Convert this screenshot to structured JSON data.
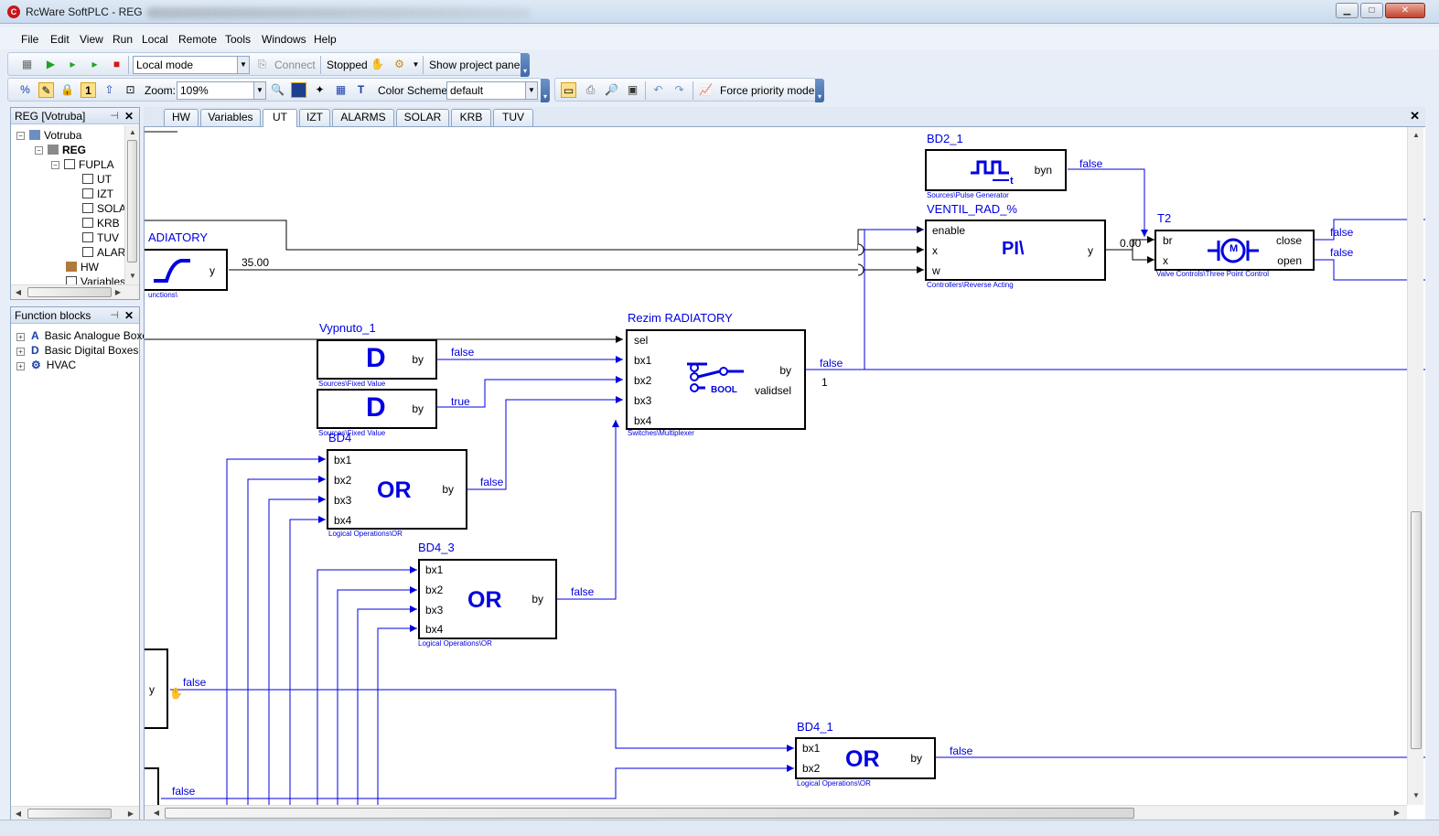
{
  "window": {
    "title": "RcWare SoftPLC - REG",
    "controls": [
      "minimize",
      "maximize",
      "close"
    ]
  },
  "menu": [
    "File",
    "Edit",
    "View",
    "Run",
    "Local",
    "Remote",
    "Tools",
    "Windows",
    "Help"
  ],
  "toolbar1": {
    "mode_select": "Local mode",
    "connect_label": "Connect",
    "status_label": "Stopped",
    "show_panel_label": "Show project panel",
    "icons": [
      "grid-icon",
      "play-icon",
      "step-icon",
      "run-icon",
      "stop-icon",
      "hand-icon",
      "cog-icon"
    ]
  },
  "toolbar2": {
    "zoom_label": "Zoom:",
    "zoom_value": "109%",
    "color_scheme_label": "Color Scheme:",
    "color_scheme_value": "default",
    "force_priority_label": "Force priority mode",
    "icons": [
      "percent-icon",
      "comment-icon",
      "lock-icon",
      "one-icon",
      "priority-icon",
      "select-icon",
      "search-icon",
      "monitor-icon",
      "pin-icon",
      "grid-icon",
      "text-icon",
      "print-icon",
      "preview-icon",
      "export-icon",
      "undo-icon",
      "redo-icon",
      "chart-icon"
    ]
  },
  "project_panel": {
    "title": "REG [Votruba]",
    "tree": [
      {
        "label": "Votruba",
        "level": 0
      },
      {
        "label": "REG",
        "level": 1
      },
      {
        "label": "FUPLA",
        "level": 2
      },
      {
        "label": "UT",
        "level": 3
      },
      {
        "label": "IZT",
        "level": 3
      },
      {
        "label": "SOLA",
        "level": 3
      },
      {
        "label": "KRB",
        "level": 3
      },
      {
        "label": "TUV",
        "level": 3
      },
      {
        "label": "ALAR",
        "level": 3
      },
      {
        "label": "HW",
        "level": 2
      },
      {
        "label": "Variables",
        "level": 2
      }
    ]
  },
  "function_panel": {
    "title": "Function blocks",
    "items": [
      {
        "label": "Basic Analogue Boxes",
        "icon_text": "A"
      },
      {
        "label": "Basic Digital Boxes",
        "icon_text": "D"
      },
      {
        "label": "HVAC",
        "icon_text": "⚙"
      }
    ]
  },
  "tabs": [
    {
      "label": "HW",
      "active": false
    },
    {
      "label": "Variables",
      "active": false
    },
    {
      "label": "UT",
      "active": true
    },
    {
      "label": "IZT",
      "active": false
    },
    {
      "label": "ALARMS",
      "active": false
    },
    {
      "label": "SOLAR",
      "active": false
    },
    {
      "label": "KRB",
      "active": false
    },
    {
      "label": "TUV",
      "active": false
    }
  ],
  "diagram": {
    "blocks": {
      "radiatory": {
        "name": "ADIATORY",
        "pin_out": "y",
        "path": "unctions\\"
      },
      "bd2_1": {
        "name": "BD2_1",
        "pin_out": "byn",
        "path": "Sources\\Pulse Generator"
      },
      "ventil": {
        "name": "VENTIL_RAD_%",
        "symbol": "PI\\",
        "pins_in": [
          "enable",
          "x",
          "w"
        ],
        "pin_out": "y",
        "path": "Controllers\\Reverse Acting"
      },
      "t2": {
        "name": "T2",
        "symbol": "M",
        "pins_in": [
          "br",
          "x"
        ],
        "pins_out": [
          "close",
          "open"
        ],
        "path": "Valve Controls\\Three Point Control"
      },
      "vypnuto": {
        "name": "Vypnuto_1",
        "symbol": "D",
        "pin_out": "by",
        "path": "Sources\\Fixed Value"
      },
      "fixed2": {
        "symbol": "D",
        "pin_out": "by",
        "path": "Sources\\Fixed Value"
      },
      "rezim": {
        "name": "Rezim RADIATORY",
        "symbol": "BOOL",
        "pins_in": [
          "sel",
          "bx1",
          "bx2",
          "bx3",
          "bx4"
        ],
        "pins_out": [
          "by",
          "validsel"
        ],
        "path": "Switches\\Multiplexer"
      },
      "bd4": {
        "name": "BD4",
        "symbol": "OR",
        "pins_in": [
          "bx1",
          "bx2",
          "bx3",
          "bx4"
        ],
        "pin_out": "by",
        "path": "Logical Operations\\OR"
      },
      "bd4_3": {
        "name": "BD4_3",
        "symbol": "OR",
        "pins_in": [
          "bx1",
          "bx2",
          "bx3",
          "bx4"
        ],
        "pin_out": "by",
        "path": "Logical Operations\\OR"
      },
      "bd4_1": {
        "name": "BD4_1",
        "symbol": "OR",
        "pins_in": [
          "bx1",
          "bx2"
        ],
        "pin_out": "by",
        "path": "Logical Operations\\OR"
      },
      "left_bottom": {
        "pin_out": "y"
      }
    },
    "values": {
      "radiatory_y": "35.00",
      "bd2_byn": "false",
      "ventil_y": "0.00",
      "t2_close": "false",
      "t2_open": "false",
      "vypnuto_by": "false",
      "fixed2_by": "true",
      "rezim_by": "false",
      "rezim_validsel": "1",
      "bd4_by": "false",
      "bd4_3_by": "false",
      "left_y": "false",
      "left_bottom_val": "false",
      "bd4_1_by": "false"
    }
  },
  "colors": {
    "wire_blue": "#0000e0",
    "block_border": "#000000",
    "chrome": "#dfe8f3"
  }
}
